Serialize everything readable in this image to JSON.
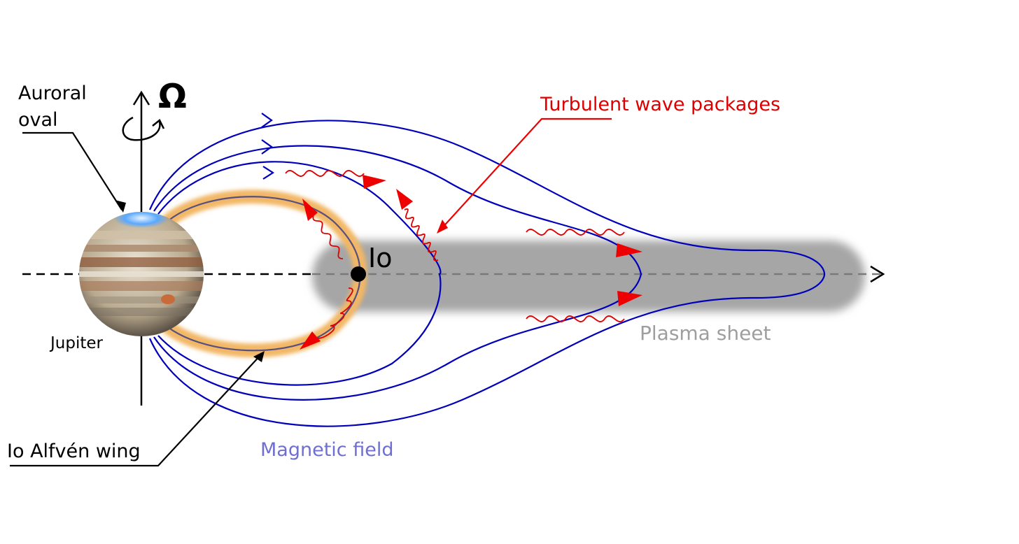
{
  "labels": {
    "auroral_line1": "Auroral",
    "auroral_line2": "oval",
    "omega": "Ω",
    "turbulent": "Turbulent wave packages",
    "io": "Io",
    "jupiter": "Jupiter",
    "plasma_sheet": "Plasma sheet",
    "alfven_wing": "Io Alfvén wing",
    "magnetic_field": "Magnetic field"
  },
  "colors": {
    "field_lines": "#0000bb",
    "waves": "#dd0000",
    "plasma_sheet": "#a6a6a6",
    "plasma_label": "#9e9e9e",
    "magnetic_label": "#6f6fd1",
    "alfven_glow": "#f2b766",
    "text": "#000000"
  }
}
